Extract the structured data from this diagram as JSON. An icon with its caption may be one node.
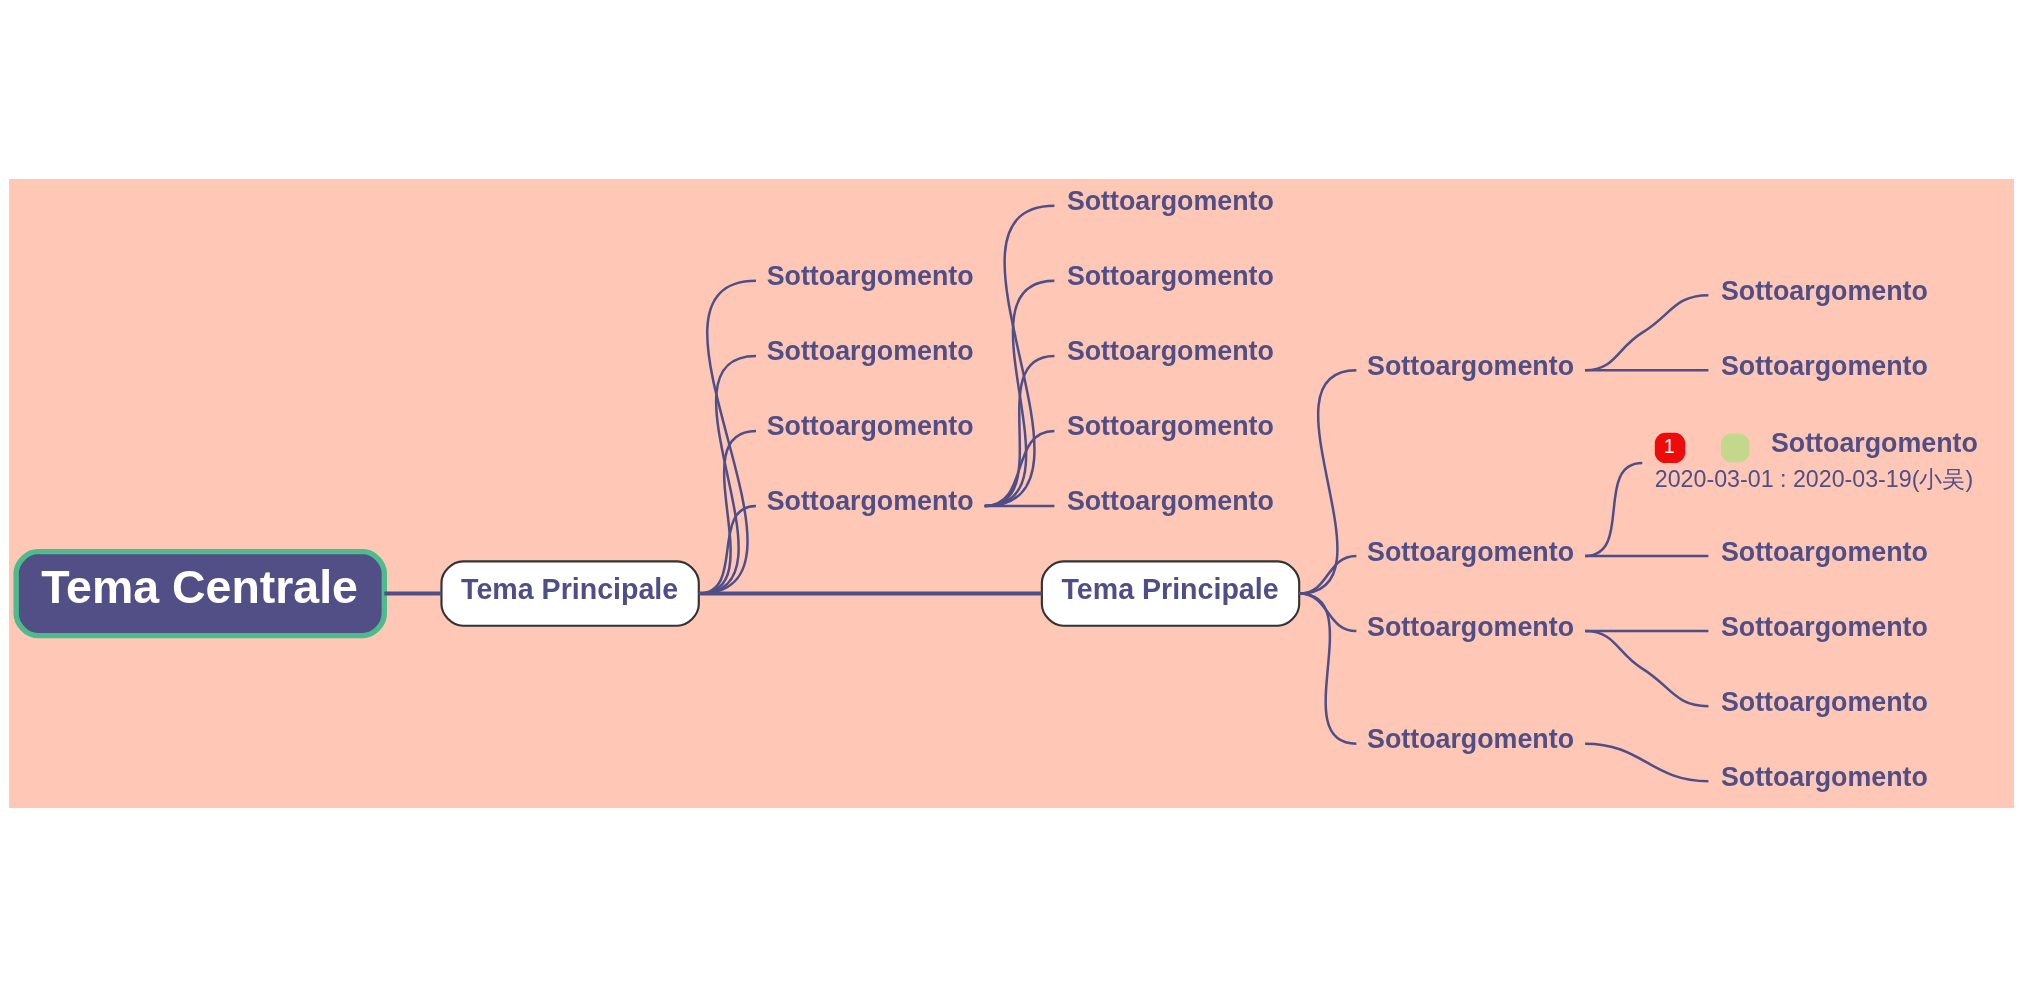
{
  "diagram": {
    "nodes": [
      {
        "text": [
          "Tema Centrale"
        ]
      },
      {
        "text": [
          "Tema Principale"
        ]
      },
      {
        "text": [
          "Sottoargomento"
        ]
      },
      {
        "text": [
          "Sottoargomento"
        ]
      },
      {
        "text": [
          "Sottoargomento"
        ]
      },
      {
        "text": [
          "Sottoargomento"
        ]
      },
      {
        "text": [
          "Sottoargomento"
        ]
      },
      {
        "text": [
          "Sottoargomento"
        ]
      },
      {
        "text": [
          "Sottoargomento"
        ]
      },
      {
        "text": [
          "Sottoargomento"
        ]
      },
      {
        "text": [
          "Sottoargomento"
        ]
      },
      {
        "text": [
          "Tema Principale"
        ]
      },
      {
        "text": [
          "Sottoargomento"
        ]
      },
      {
        "text": [
          "Sottoargomento"
        ]
      },
      {
        "text": [
          "Sottoargomento"
        ]
      },
      {
        "text": [
          "Sottoargomento"
        ]
      },
      {
        "text": [
          "1",
          "Sottoargomento",
          "2020-03-01 : 2020-03-19(小吴)"
        ]
      },
      {
        "text": [
          "Sottoargomento"
        ]
      },
      {
        "text": [
          "Sottoargomento"
        ]
      },
      {
        "text": [
          "Sottoargomento"
        ]
      },
      {
        "text": [
          "Sottoargomento"
        ]
      },
      {
        "text": [
          "Sottoargomento"
        ]
      },
      {
        "text": [
          "Sottoargomento"
        ]
      }
    ],
    "edges": [
      {
        "from": 0,
        "to": 1,
        "arrow": "none"
      },
      {
        "from": 1,
        "to": 2,
        "arrow": "none"
      },
      {
        "from": 1,
        "to": 3,
        "arrow": "none"
      },
      {
        "from": 1,
        "to": 4,
        "arrow": "none"
      },
      {
        "from": 1,
        "to": 5,
        "arrow": "none"
      },
      {
        "from": 5,
        "to": 6,
        "arrow": "none"
      },
      {
        "from": 5,
        "to": 7,
        "arrow": "none"
      },
      {
        "from": 5,
        "to": 8,
        "arrow": "none"
      },
      {
        "from": 5,
        "to": 9,
        "arrow": "none"
      },
      {
        "from": 5,
        "to": 10,
        "arrow": "none"
      },
      {
        "from": 1,
        "to": 11,
        "arrow": "none"
      },
      {
        "from": 11,
        "to": 12,
        "arrow": "none"
      },
      {
        "from": 12,
        "to": 13,
        "arrow": "none"
      },
      {
        "from": 12,
        "to": 14,
        "arrow": "none"
      },
      {
        "from": 11,
        "to": 15,
        "arrow": "none"
      },
      {
        "from": 15,
        "to": 16,
        "arrow": "none"
      },
      {
        "from": 15,
        "to": 17,
        "arrow": "none"
      },
      {
        "from": 11,
        "to": 18,
        "arrow": "none"
      },
      {
        "from": 18,
        "to": 19,
        "arrow": "none"
      },
      {
        "from": 18,
        "to": 20,
        "arrow": "none"
      },
      {
        "from": 11,
        "to": 21,
        "arrow": "none"
      },
      {
        "from": 21,
        "to": 22,
        "arrow": "none"
      }
    ]
  }
}
